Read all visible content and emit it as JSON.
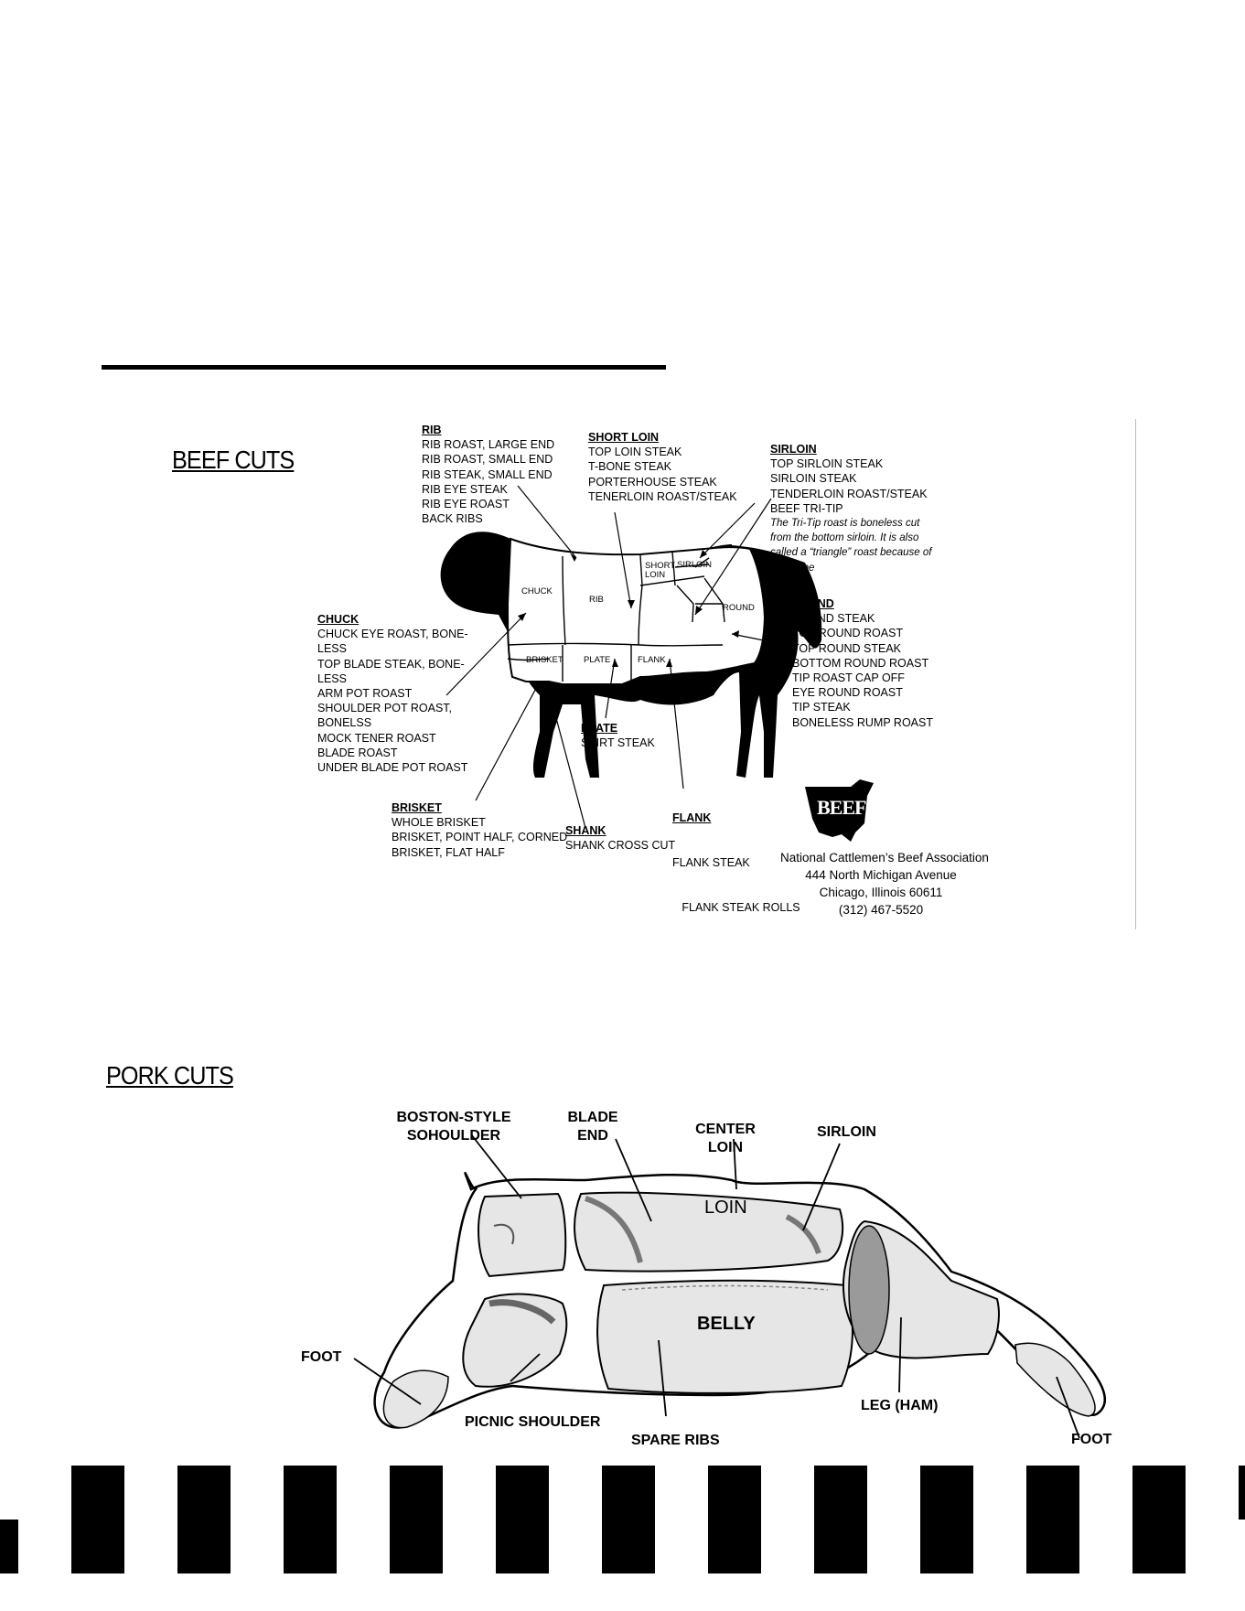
{
  "beef": {
    "title": "BEEF CUTS",
    "diagram_labels": {
      "chuck": "CHUCK",
      "rib": "RIB",
      "short_loin": [
        "SHORT",
        "LOIN"
      ],
      "sirloin": "SIRLOIN",
      "round": "ROUND",
      "brisket": "BRISKET",
      "plate": "PLATE",
      "flank": "FLANK"
    },
    "groups": {
      "rib": {
        "heading": "RIB",
        "items": [
          "RIB ROAST, LARGE END",
          "RIB ROAST, SMALL END",
          "RIB STEAK, SMALL END",
          "RIB EYE STEAK",
          "RIB EYE ROAST",
          "BACK RIBS"
        ]
      },
      "short_loin": {
        "heading": "SHORT LOIN",
        "items": [
          "TOP LOIN STEAK",
          "T-BONE STEAK",
          "PORTERHOUSE STEAK",
          "TENERLOIN ROAST/STEAK"
        ]
      },
      "sirloin": {
        "heading": "SIRLOIN",
        "items": [
          "TOP SIRLOIN STEAK",
          "SIRLOIN STEAK",
          "TENDERLOIN ROAST/STEAK",
          "BEEF TRI-TIP"
        ],
        "note": [
          "The Tri-Tip roast is boneless cut",
          "from the bottom sirloin.  It is also",
          "called a “triangle” roast because of",
          "it’s shape"
        ]
      },
      "chuck": {
        "heading": "CHUCK",
        "items": [
          "CHUCK EYE ROAST, BONE-",
          "LESS",
          "TOP BLADE STEAK, BONE-",
          "LESS",
          "ARM POT ROAST",
          "SHOULDER POT ROAST,",
          "BONELSS",
          "MOCK TENER ROAST",
          "BLADE ROAST",
          "UNDER BLADE POT ROAST"
        ]
      },
      "round": {
        "heading": "ROUND",
        "items": [
          "ROUND STEAK",
          "TOP ROUND ROAST",
          "TOP ROUND STEAK",
          "BOTTOM ROUND ROAST",
          "TIP ROAST CAP OFF",
          "EYE ROUND ROAST",
          "TIP STEAK",
          "BONELESS RUMP ROAST"
        ]
      },
      "plate": {
        "heading": "PLATE",
        "items": [
          "SKIRT STEAK"
        ]
      },
      "flank": {
        "heading": "FLANK",
        "items": [
          "FLANK STEAK",
          "   FLANK STEAK ROLLS"
        ]
      },
      "brisket": {
        "heading": "BRISKET",
        "items": [
          "WHOLE BRISKET",
          "BRISKET, POINT HALF, CORNED",
          "BRISKET, FLAT HALF"
        ]
      },
      "shank": {
        "heading": "SHANK",
        "items": [
          "SHANK CROSS CUT"
        ]
      }
    },
    "logo_text": "BEEF",
    "association": [
      "National Cattlemen’s Beef Association",
      "444 North Michigan Avenue",
      "Chicago, Illinois 60611",
      "(312) 467-5520"
    ]
  },
  "pork": {
    "title": "PORK CUTS",
    "labels": {
      "boston": [
        "BOSTON-STYLE",
        "SOHOULDER"
      ],
      "blade": [
        "BLADE",
        "END"
      ],
      "center": [
        "CENTER",
        "LOIN"
      ],
      "sirloin": "SIRLOIN",
      "loin": "LOIN",
      "belly": "BELLY",
      "foot_front": "FOOT",
      "picnic": "PICNIC SHOULDER",
      "spare": "SPARE RIBS",
      "leg": "LEG (HAM)",
      "foot_back": "FOOT"
    }
  },
  "colors": {
    "ink": "#000000",
    "pork_fill": "#e6e6e6",
    "pork_shade": "#9a9a9a"
  }
}
